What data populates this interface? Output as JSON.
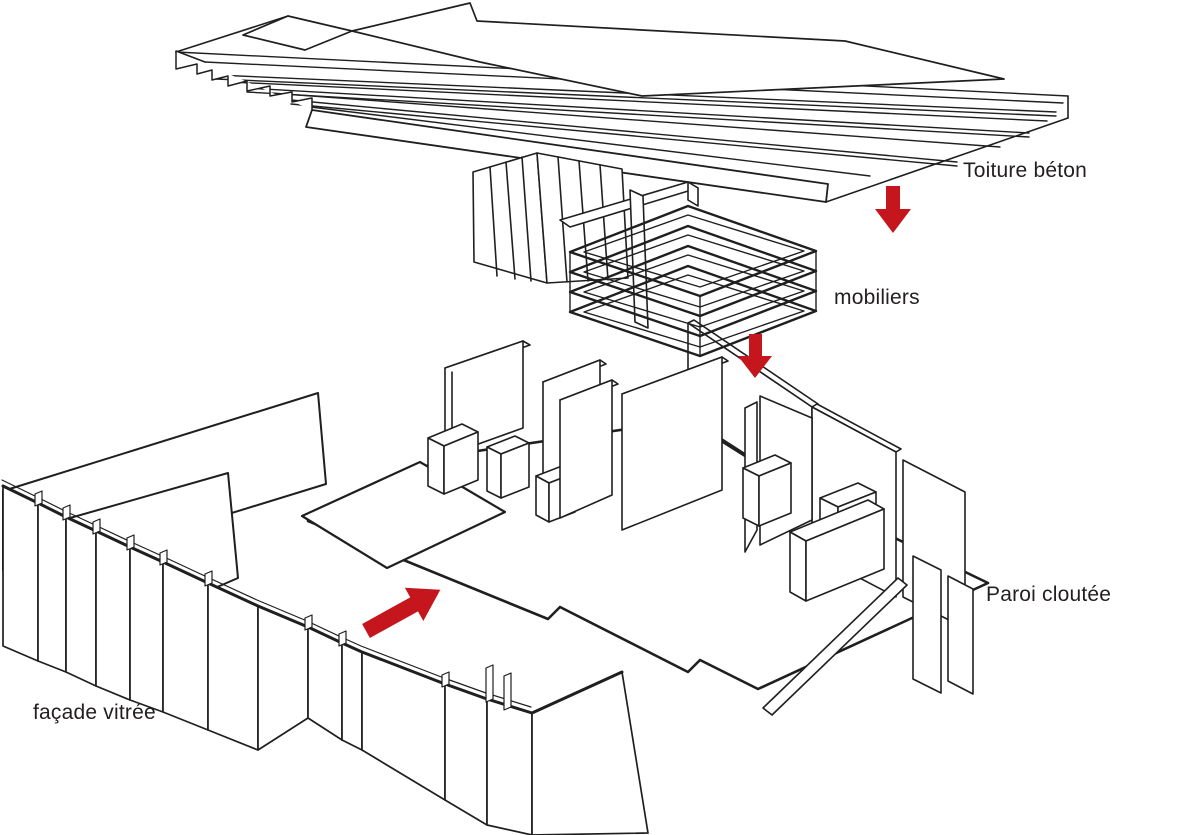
{
  "page": {
    "background": "#ffffff"
  },
  "diagram": {
    "type": "exploded-axonometric-architecture",
    "layers": [
      {
        "id": "toiture-beton",
        "label": "Toiture béton"
      },
      {
        "id": "mobiliers",
        "label": "mobiliers"
      },
      {
        "id": "paroi-cloutee",
        "label": "Paroi cloutée"
      },
      {
        "id": "facade-vitree",
        "label": "façade vitrée"
      }
    ],
    "arrows": [
      {
        "id": "arrow-roof-to-furniture",
        "direction": "down"
      },
      {
        "id": "arrow-furniture-to-wall",
        "direction": "down"
      },
      {
        "id": "arrow-facade-to-wall",
        "direction": "up-right"
      }
    ],
    "colors": {
      "arrow": "#c4161c",
      "line": "#1f1f1f",
      "background": "#ffffff"
    }
  }
}
